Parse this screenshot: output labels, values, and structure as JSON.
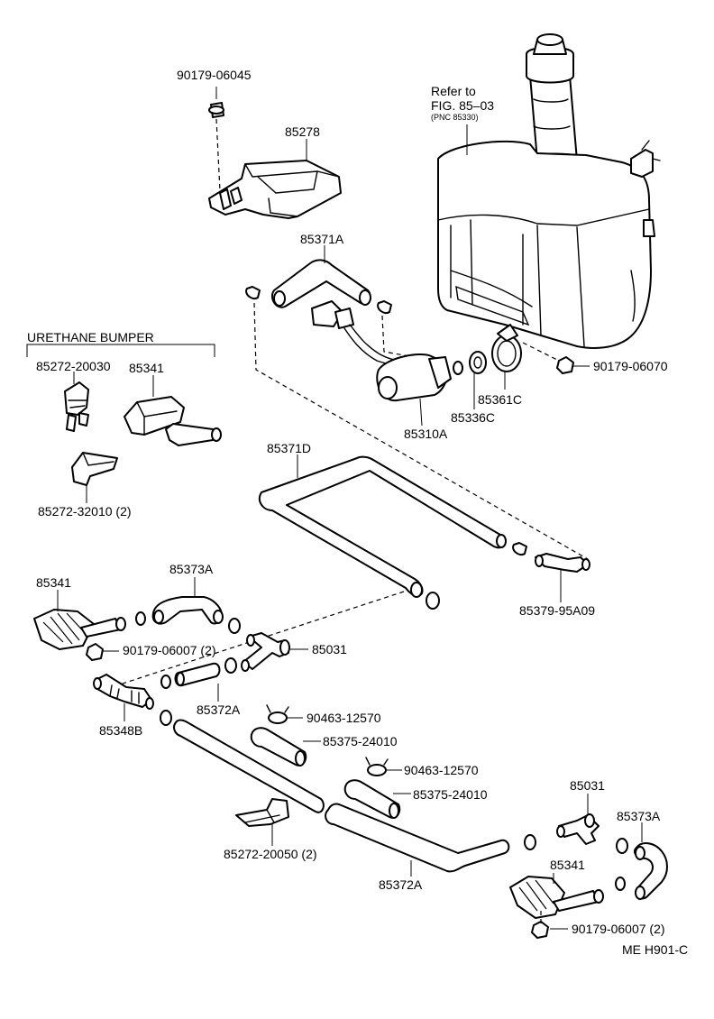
{
  "labels": {
    "p90179_06045": "90179-06045",
    "p85278": "85278",
    "refer_to": "Refer to",
    "fig": "FIG. 85–03",
    "pnc": "(PNC 85330)",
    "p85371A": "85371A",
    "urethane_bumper": "URETHANE BUMPER",
    "p85272_20030": "85272-20030",
    "p85341_a": "85341",
    "p90179_06070": "90179-06070",
    "p85361C": "85361C",
    "p85336C": "85336C",
    "p85310A": "85310A",
    "p85371D": "85371D",
    "p85272_32010": "85272-32010 (2)",
    "p85341_b": "85341",
    "p85373A_a": "85373A",
    "p85379_95A09": "85379-95A09",
    "p90179_06007_a": "90179-06007 (2)",
    "p85031_a": "85031",
    "p85372A_a": "85372A",
    "p85348B": "85348B",
    "p90463_12570_a": "90463-12570",
    "p85375_24010_a": "85375-24010",
    "p90463_12570_b": "90463-12570",
    "p85375_24010_b": "85375-24010",
    "p85031_b": "85031",
    "p85373A_b": "85373A",
    "p85341_c": "85341",
    "p85272_20050": "85272-20050 (2)",
    "p85372A_b": "85372A",
    "p90179_06007_b": "90179-06007 (2)",
    "code": "ME H901-C"
  }
}
